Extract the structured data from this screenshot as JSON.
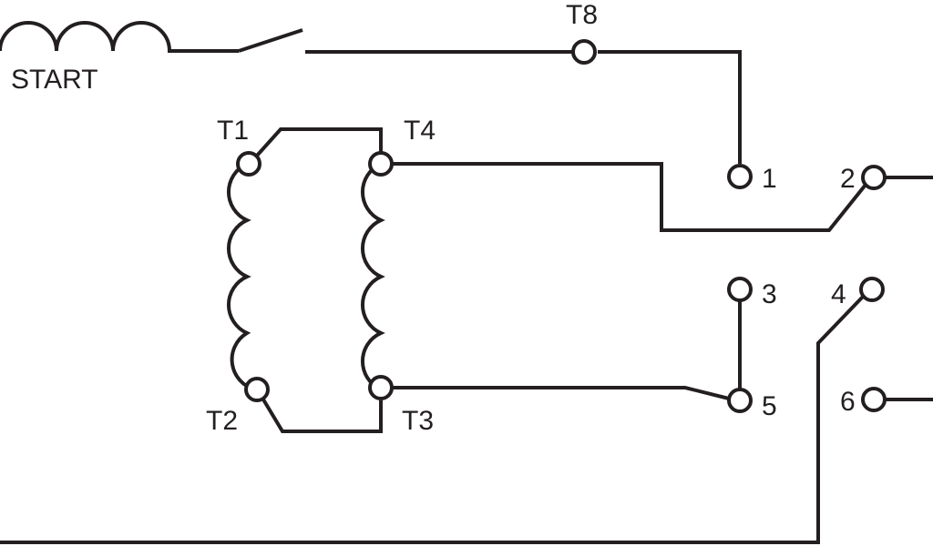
{
  "labels": {
    "start": "START",
    "t8": "T8",
    "t1": "T1",
    "t4": "T4",
    "t2": "T2",
    "t3": "T3",
    "term1": "1",
    "term2": "2",
    "term3": "3",
    "term4": "4",
    "term5": "5",
    "term6": "6"
  },
  "colors": {
    "line": "#231f20",
    "background": "#ffffff"
  }
}
